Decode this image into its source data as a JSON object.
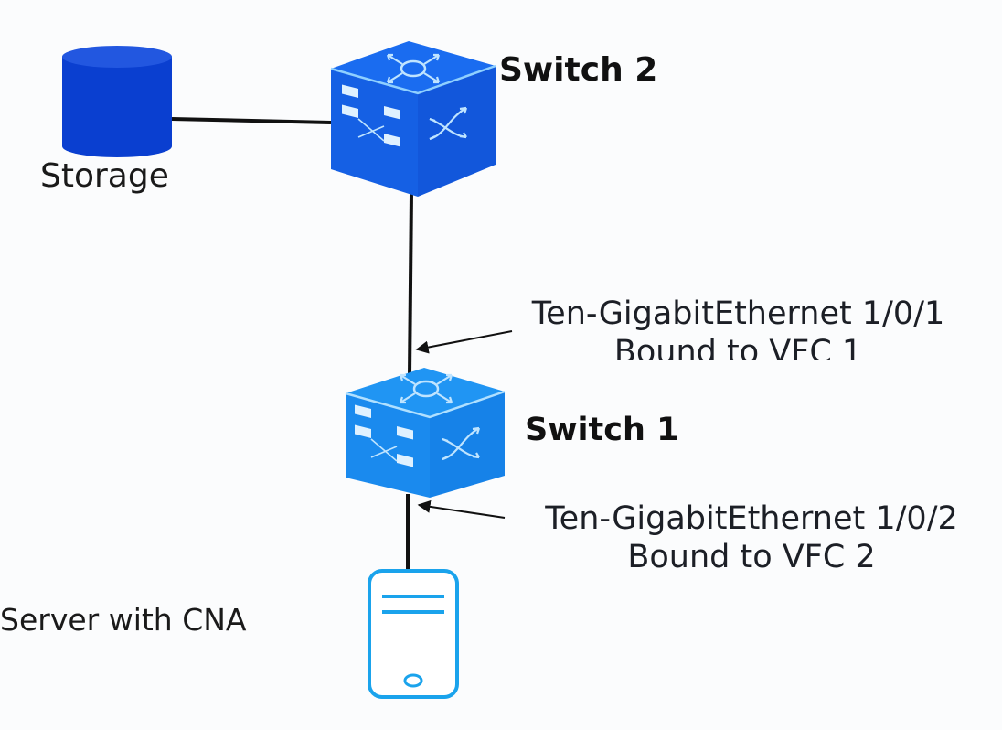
{
  "diagram": {
    "title": "FCoE topology with VFC bindings",
    "nodes": [
      {
        "id": "storage",
        "label": "Storage",
        "icon": "storage-cylinder-icon"
      },
      {
        "id": "switch2",
        "label": "Switch 2",
        "icon": "switch-icon"
      },
      {
        "id": "switch1",
        "label": "Switch 1",
        "icon": "switch-icon"
      },
      {
        "id": "server",
        "label": "Server with CNA",
        "icon": "server-icon"
      }
    ],
    "links": [
      {
        "from": "storage",
        "to": "switch2"
      },
      {
        "from": "switch2",
        "to": "switch1",
        "annotation": "port1"
      },
      {
        "from": "switch1",
        "to": "server",
        "annotation": "port2"
      }
    ],
    "annotations": {
      "port1": {
        "line1": "Ten-GigabitEthernet 1/0/1",
        "line2": "Bound to VFC 1"
      },
      "port2": {
        "line1": "Ten-GigabitEthernet 1/0/2",
        "line2": "Bound to VFC 2"
      }
    },
    "colors": {
      "storage": "#0a3fd0",
      "switch2": "#1565e8",
      "switch1": "#1a8ef0",
      "server_outline": "#1aa3ec",
      "link": "#111111",
      "icon_detail": "#bfe4ff"
    }
  }
}
